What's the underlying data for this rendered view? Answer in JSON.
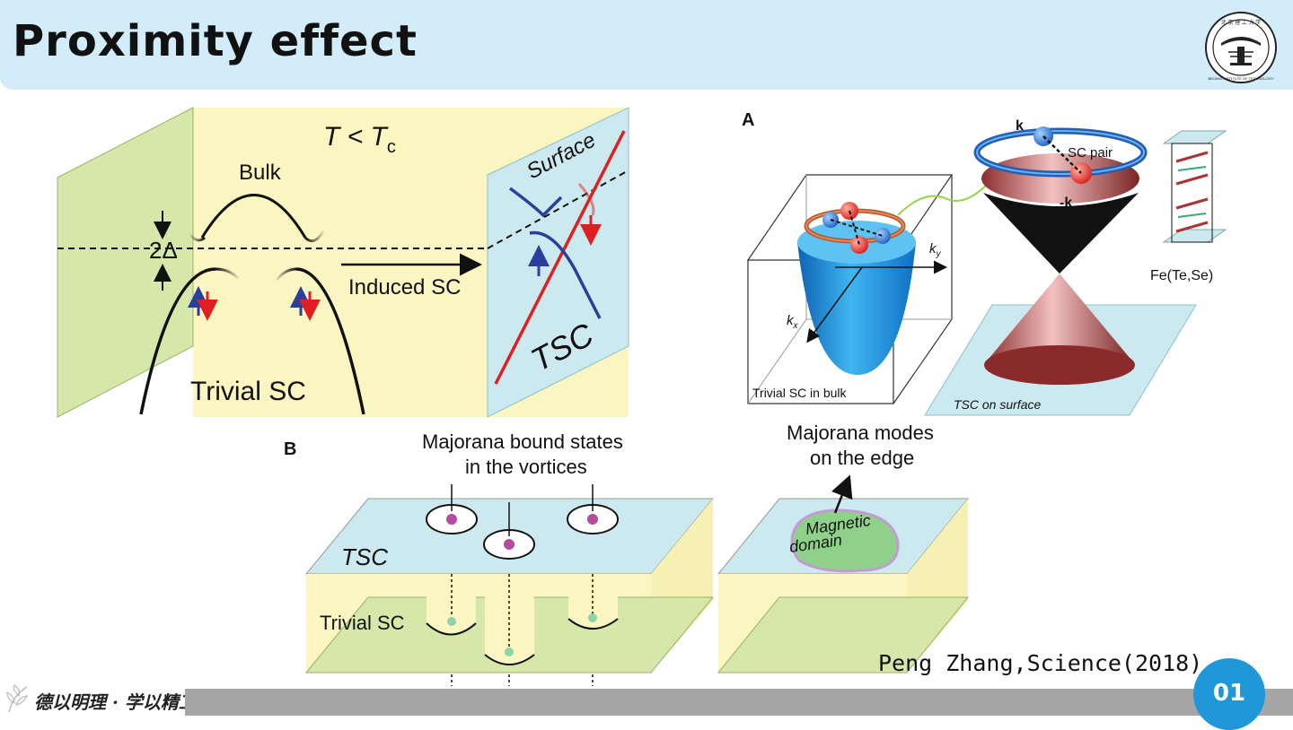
{
  "slide": {
    "title": "Proximity effect",
    "citation": "Peng Zhang,Science(2018)",
    "page_number": "01",
    "motto": "德以明理 · 学以精工",
    "logo_caption": "BEIJING INSTITUTE OF TECHNOLOGY",
    "logo_top_text": "北京理工大学"
  },
  "left_figure": {
    "temperature": "T < T",
    "temperature_sub": "c",
    "bulk": "Bulk",
    "gap": "2Δ",
    "induced": "Induced SC",
    "surface": "Surface",
    "tsc": "TSC",
    "trivial": "Trivial SC"
  },
  "panel_a": {
    "label": "A",
    "k": "k",
    "minus_k": "-k",
    "sc_pair": "SC pair",
    "ky": "k",
    "ky_sub": "y",
    "kx": "k",
    "kx_sub": "x",
    "trivial_bulk": "Trivial SC in bulk",
    "tsc_surface": "TSC on surface",
    "material": "Fe(Te,Se)"
  },
  "panel_b": {
    "label": "B",
    "bound_states_line1": "Majorana bound states",
    "bound_states_line2": "in the vortices",
    "tsc": "TSC",
    "trivial": "Trivial SC",
    "modes_line1": "Majorana modes",
    "modes_line2": "on the edge",
    "domain_line1": "Magnetic",
    "domain_line2": "domain"
  },
  "colors": {
    "title_bar": "#d3ecf9",
    "accent_blue": "#1f97d8",
    "footer_gray": "#a6a6a6",
    "yellow_panel": "#fbf6c1",
    "green_panel": "#d6e8a9",
    "cyan_panel": "#cbe9ef"
  }
}
